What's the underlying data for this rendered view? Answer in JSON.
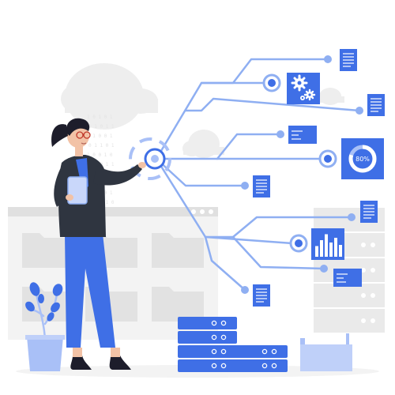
{
  "illustration": {
    "subject": "woman-with-tablet-touching-data-network",
    "colors": {
      "accent": "#3F6FE6",
      "accent_light": "#A9C0F7",
      "line": "#8FAFF2",
      "suit": "#2F3540",
      "gray_light": "#EEEEEE",
      "gray_mid": "#D6D6D6",
      "skin": "#F2C2A6",
      "hair": "#1D1D2B"
    }
  },
  "gauge": {
    "label": "80%",
    "value": 0.8
  },
  "bar_chart_levels": [
    0.45,
    0.7,
    0.95,
    0.6,
    0.8,
    0.5
  ]
}
